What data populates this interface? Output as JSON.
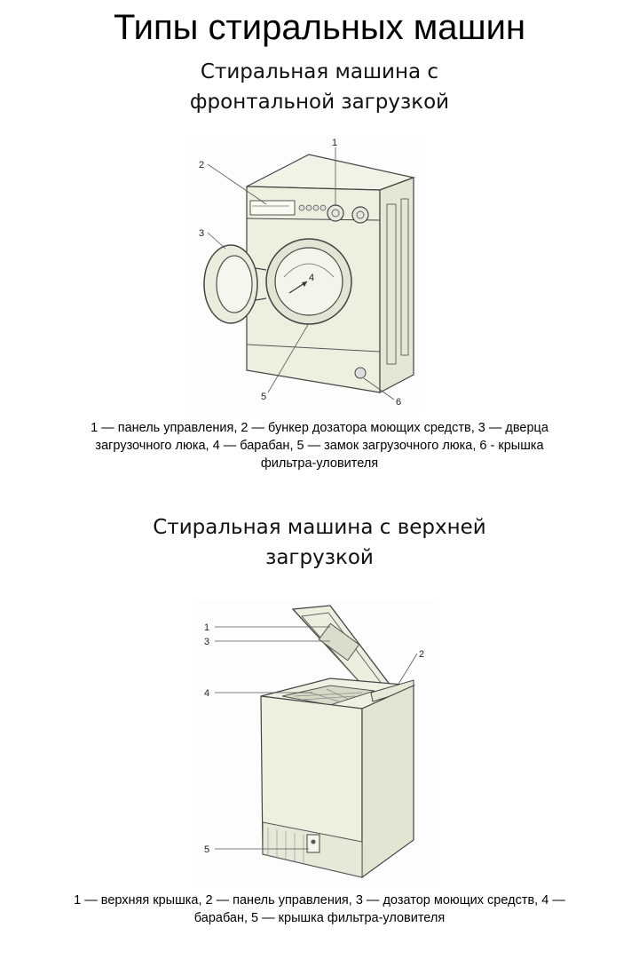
{
  "title": "Типы стиральных машин",
  "front": {
    "heading": [
      "Стиральная машина с",
      "фронтальной загрузкой"
    ],
    "callouts": [
      "1",
      "2",
      "3",
      "4",
      "5",
      "6"
    ],
    "caption": [
      "1 — панель управления, 2 — бункер дозатора моющих средств, 3 — дверца",
      "загрузочного люка, 4 — барабан, 5 — замок загрузочного люка, 6 - крышка",
      "фильтра-уловителя"
    ]
  },
  "top": {
    "heading": [
      "Стиральная машина с верхней",
      "загрузкой"
    ],
    "callouts": [
      "1",
      "3",
      "2",
      "4",
      "5"
    ],
    "caption": [
      "1 — верхняя крышка, 2 — панель управления, 3 — дозатор моющих средств, 4 —",
      "барабан, 5 — крышка фильтра-уловителя"
    ]
  },
  "colors": {
    "body_fill": "#efefdf",
    "line": "#444444"
  }
}
